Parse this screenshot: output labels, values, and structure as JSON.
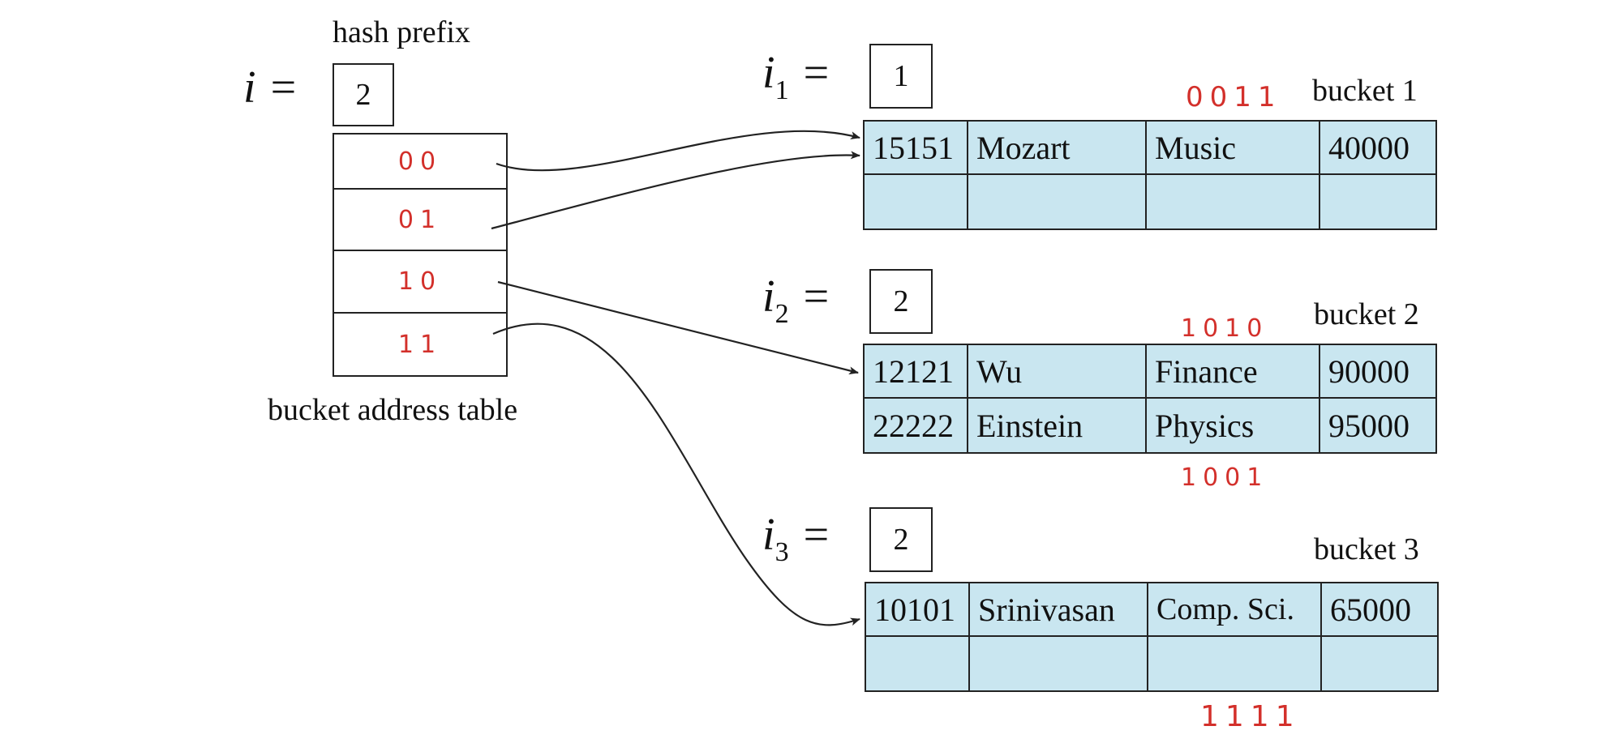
{
  "global_depth": {
    "header": "hash prefix",
    "var": "i",
    "equals": "=",
    "value": "2"
  },
  "address_table": {
    "caption": "bucket address table",
    "entries": [
      "00",
      "01",
      "10",
      "11"
    ]
  },
  "buckets": [
    {
      "label": "bucket 1",
      "var": "i",
      "sub": "1",
      "equals": "=",
      "depth": "1",
      "annotations": [
        "0011"
      ],
      "rows": [
        [
          "15151",
          "Mozart",
          "Music",
          "40000"
        ],
        [
          "",
          "",
          "",
          ""
        ]
      ]
    },
    {
      "label": "bucket 2",
      "var": "i",
      "sub": "2",
      "equals": "=",
      "depth": "2",
      "annotations": [
        "1010",
        "1001"
      ],
      "rows": [
        [
          "12121",
          "Wu",
          "Finance",
          "90000"
        ],
        [
          "22222",
          "Einstein",
          "Physics",
          "95000"
        ]
      ]
    },
    {
      "label": "bucket 3",
      "var": "i",
      "sub": "3",
      "equals": "=",
      "depth": "2",
      "annotations": [
        "1111"
      ],
      "rows": [
        [
          "10101",
          "Srinivasan",
          "Comp. Sci.",
          "65000"
        ],
        [
          "",
          "",
          "",
          ""
        ]
      ]
    }
  ],
  "colors": {
    "bucket_fill": "#c9e6f0",
    "handwriting": "#d3302b",
    "line": "#222222"
  }
}
